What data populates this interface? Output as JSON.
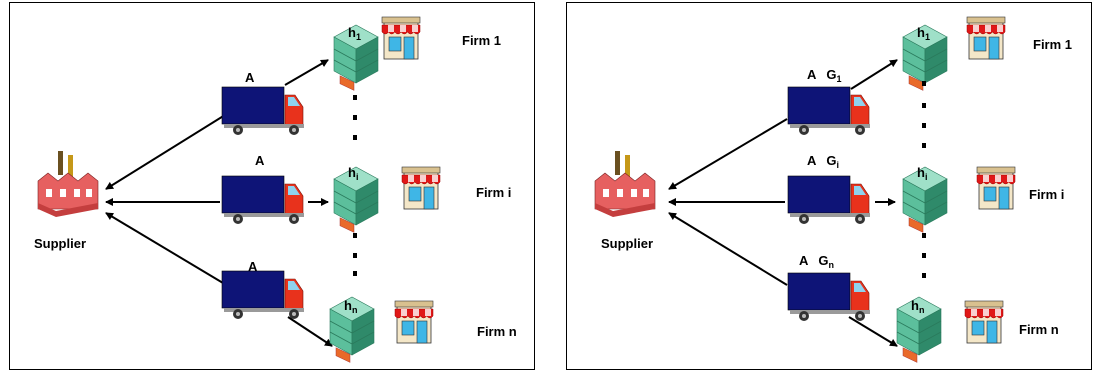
{
  "panels": [
    {
      "id": "left",
      "supplier_label": "Supplier",
      "firms": [
        {
          "label": "Firm 1",
          "warehouse": "h",
          "warehouse_sub": "1"
        },
        {
          "label": "Firm i",
          "warehouse": "h",
          "warehouse_sub": "i"
        },
        {
          "label": "Firm n",
          "warehouse": "h",
          "warehouse_sub": "n"
        }
      ],
      "trucks": [
        {
          "label": "A",
          "g": "",
          "g_sub": ""
        },
        {
          "label": "A",
          "g": "",
          "g_sub": ""
        },
        {
          "label": "A",
          "g": "",
          "g_sub": ""
        }
      ]
    },
    {
      "id": "right",
      "supplier_label": "Supplier",
      "firms": [
        {
          "label": "Firm 1",
          "warehouse": "h",
          "warehouse_sub": "1"
        },
        {
          "label": "Firm i",
          "warehouse": "h",
          "warehouse_sub": "i"
        },
        {
          "label": "Firm n",
          "warehouse": "h",
          "warehouse_sub": "n"
        }
      ],
      "trucks": [
        {
          "label": "A",
          "g": "G",
          "g_sub": "1"
        },
        {
          "label": "A",
          "g": "G",
          "g_sub": "i"
        },
        {
          "label": "A",
          "g": "G",
          "g_sub": "n"
        }
      ]
    }
  ],
  "colors": {
    "truck_box": "#0e1477",
    "truck_cab": "#e8321c",
    "warehouse_top": "#9fe0c8",
    "warehouse_side": "#2f8a6a",
    "warehouse_front": "#5cbf9c",
    "store_awning": "#e01818",
    "factory": "#d94a4a"
  }
}
